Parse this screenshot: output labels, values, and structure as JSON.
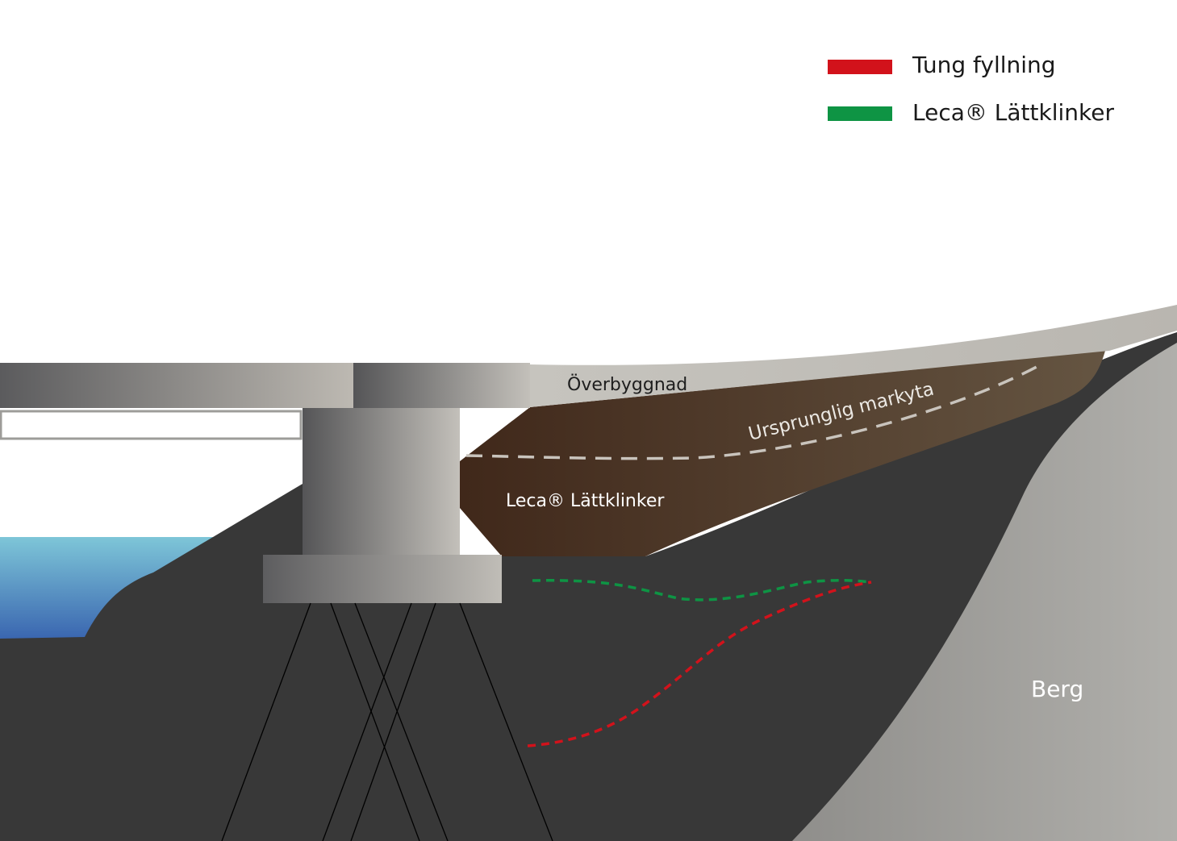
{
  "legend": {
    "items": [
      {
        "label": "Tung fyllning",
        "color": "#d2121b"
      },
      {
        "label": "Leca® Lättklinker",
        "color": "#0e9444"
      }
    ]
  },
  "labels": {
    "superstructure": "Överbyggnad",
    "original_ground": "Ursprunglig markyta",
    "fill": "Leca® Lättklinker",
    "bedrock": "Berg"
  },
  "colors": {
    "soil": "#383838",
    "rock": "#a8a7a3",
    "fill_brown": "#4c3524",
    "water_top": "#79c3d6",
    "water_bottom": "#3d6db2",
    "concrete_light": "#bdb9b3",
    "concrete_dark": "#5a5a5c"
  }
}
